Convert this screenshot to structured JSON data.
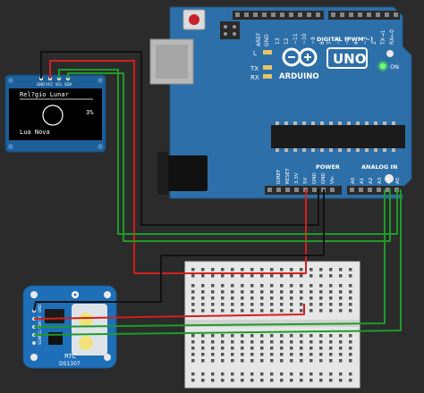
{
  "arduino": {
    "logo_text": "ARDUINO",
    "model": "UNO",
    "on_label": "ON",
    "led_labels": [
      "L",
      "TX",
      "RX"
    ],
    "digital_header": "DIGITAL (PWM ~)",
    "aref": "AREF",
    "gnd": "GND",
    "digital_pins": [
      "13",
      "12",
      "~11",
      "~10",
      "~9",
      "8",
      "7",
      "~6",
      "~5",
      "4",
      "~3",
      "2",
      "TX→1",
      "RX←0"
    ],
    "power_header": "POWER",
    "analog_header": "ANALOG IN",
    "power_pins": [
      "IOREF",
      "RESET",
      "3.3V",
      "5V",
      "GND",
      "GND",
      "Vin"
    ],
    "analog_pins": [
      "A0",
      "A1",
      "A2",
      "A3",
      "A4",
      "A5"
    ]
  },
  "oled": {
    "pin_labels": [
      "GND",
      "VCC",
      "SCL",
      "SDA"
    ],
    "line1": "Rel?gio Lunar",
    "percent": "3%",
    "line2": "Lua Nova"
  },
  "rtc": {
    "pin_labels": [
      "GND",
      "5V",
      "SDA",
      "SCL",
      "SQW"
    ],
    "label": "RTC",
    "chip": "DS1307"
  },
  "colors": {
    "board": "#2d6fa8",
    "wire_red": "#d21f1f",
    "wire_green": "#1f9a2a",
    "wire_black": "#111111"
  }
}
